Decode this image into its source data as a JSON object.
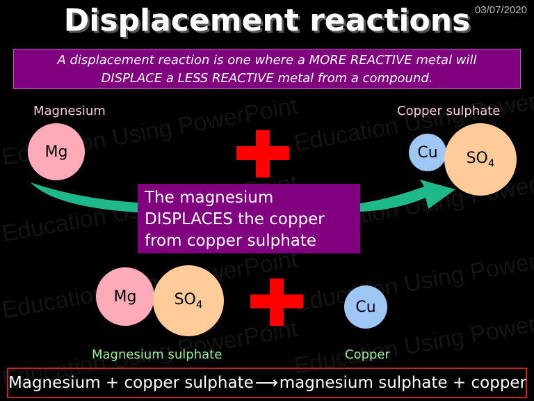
{
  "slide": {
    "title": "Displacement reactions",
    "date": "03/07/2020",
    "definition_line1": "A displacement reaction is one where a MORE REACTIVE metal will",
    "definition_line2": "DISPLACE a LESS REACTIVE metal from a compound.",
    "watermark": "Education Using PowerPoint"
  },
  "reactants": {
    "magnesium_label": "Magnesium",
    "magnesium_symbol": "Mg",
    "copper_sulphate_label": "Copper sulphate",
    "copper_symbol": "Cu",
    "sulphate_symbol": "SO",
    "sulphate_subscript": "4"
  },
  "callout": {
    "line1": "The magnesium",
    "line2": "DISPLACES the copper",
    "line3": "from copper sulphate"
  },
  "products": {
    "magnesium_symbol": "Mg",
    "sulphate_symbol": "SO",
    "sulphate_subscript": "4",
    "magnesium_sulphate_label": "Magnesium sulphate",
    "copper_symbol": "Cu",
    "copper_label": "Copper"
  },
  "equation": {
    "left": "Magnesium + copper sulphate",
    "arrow": "⟶",
    "right": "magnesium sulphate + copper"
  },
  "colors": {
    "background": "#000000",
    "purple_box": "#800080",
    "plus_sign": "#ff0000",
    "magnesium_circle": "#ffaab8",
    "copper_circle": "#9fc7f5",
    "sulphate_circle": "#ffcc99",
    "arrow_fill": "#1db98a",
    "equation_border": "#cc2222"
  }
}
